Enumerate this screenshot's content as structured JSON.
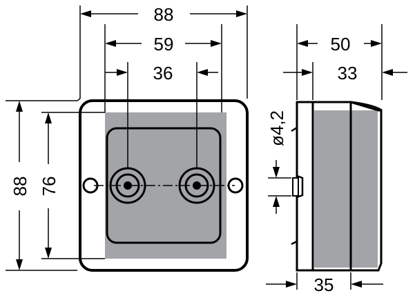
{
  "diagram": {
    "front_view": {
      "width_overall": "88",
      "hole_spacing_outer": "59",
      "hole_spacing_inner": "36",
      "height_overall": "88",
      "height_inner": "76"
    },
    "side_view": {
      "depth_overall": "50",
      "depth_body": "33",
      "hole_diameter": "ø4,2",
      "base_depth": "35"
    },
    "colors": {
      "line": "#000000",
      "panel_fill": "#a2a4a8",
      "background": "#ffffff"
    }
  }
}
